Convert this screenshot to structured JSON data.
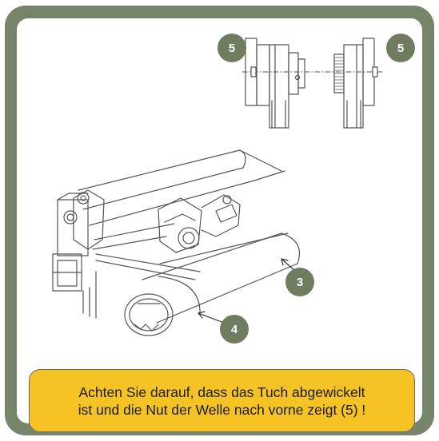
{
  "callouts": {
    "five_left": "5",
    "five_right": "5",
    "three": "3",
    "four": "4"
  },
  "note": {
    "line1": "Achten Sie darauf, dass das Tuch abgewickelt",
    "line2": "ist und die Nut der Welle nach vorne zeigt (5) !"
  },
  "colors": {
    "frame": "#76856a",
    "badge": "#6f7c5f",
    "note_bg": "#f6c325",
    "line": "#555555"
  }
}
